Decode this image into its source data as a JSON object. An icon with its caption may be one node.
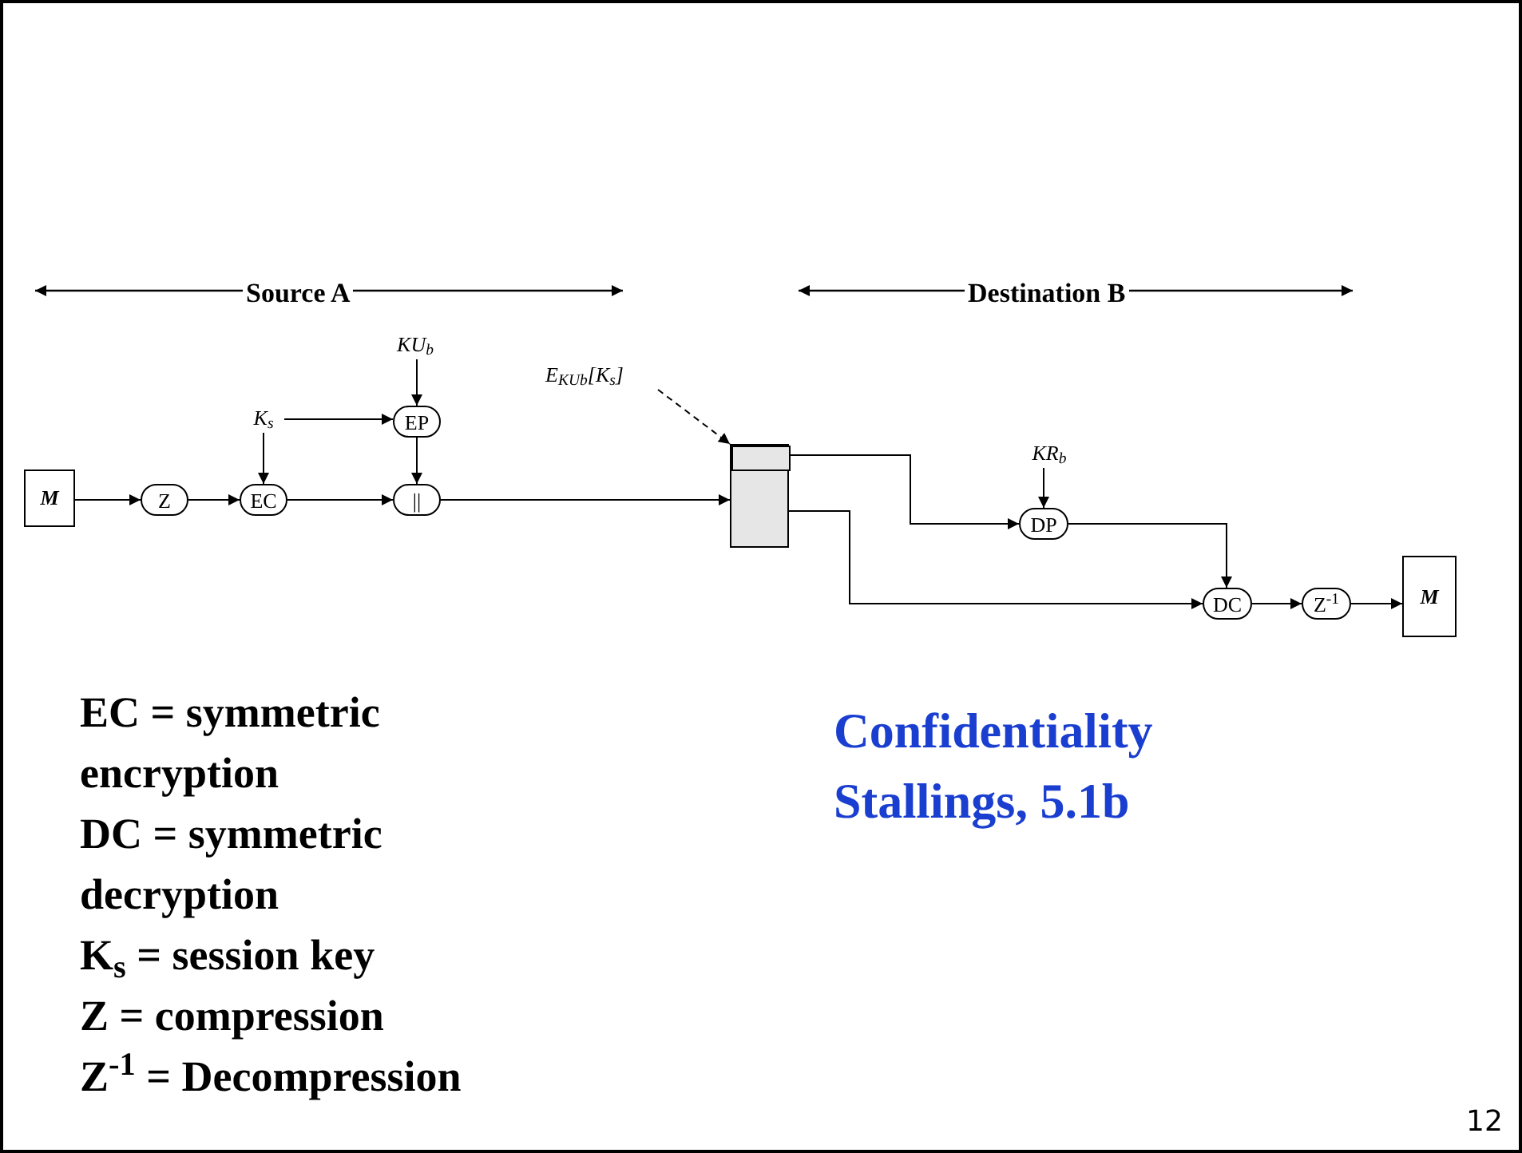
{
  "diagram": {
    "nodes": [
      {
        "text": [
          "M"
        ]
      },
      {
        "text": [
          "Z"
        ]
      },
      {
        "text": [
          "EC"
        ]
      },
      {
        "text": [
          "K$_{s}$"
        ]
      },
      {
        "text": [
          "KU$_{b}$"
        ]
      },
      {
        "text": [
          "EP"
        ]
      },
      {
        "text": [
          "||"
        ]
      },
      {
        "text": [
          "E$_{KUb}$[K$_{s}$]"
        ]
      },
      {
        "text": [],
        "shape": "box"
      },
      {
        "text": [],
        "shape": "box",
        "in": 8
      },
      {
        "text": [
          "KR$_{b}$"
        ]
      },
      {
        "text": [
          "DP"
        ]
      },
      {
        "text": [
          "DC"
        ]
      },
      {
        "text": [
          "Z$^{-1}$"
        ]
      },
      {
        "text": [
          "M"
        ]
      }
    ],
    "edges": [
      {
        "from": 0,
        "to": 1,
        "arrow": "to"
      },
      {
        "from": 1,
        "to": 2,
        "arrow": "to"
      },
      {
        "from": 3,
        "to": 2,
        "arrow": "to"
      },
      {
        "from": 3,
        "to": 5,
        "arrow": "to"
      },
      {
        "from": 4,
        "to": 5,
        "arrow": "to"
      },
      {
        "from": 5,
        "to": 6,
        "arrow": "to"
      },
      {
        "from": 2,
        "to": 6,
        "arrow": "to"
      },
      {
        "from": 6,
        "to": 8,
        "arrow": "to"
      },
      {
        "from": 7,
        "to": 9,
        "arrow": "to",
        "style": "dashed"
      },
      {
        "from": 9,
        "to": 11,
        "arrow": "to"
      },
      {
        "from": 8,
        "to": 12,
        "arrow": "to"
      },
      {
        "from": 10,
        "to": 11,
        "arrow": "to"
      },
      {
        "from": 11,
        "to": 12,
        "arrow": "to"
      },
      {
        "from": 12,
        "to": 13,
        "arrow": "to"
      },
      {
        "from": 13,
        "to": 14,
        "arrow": "to"
      }
    ],
    "labels": [
      "Source A",
      "Destination B",
      "EC = symmetric encryption",
      "DC = symmetric decryption",
      "K$_{s}$ = session key",
      "Z = compression",
      "Z$^{-1}$ = Decompression",
      "Confidentiality",
      "Stallings, 5.1b",
      "12"
    ]
  }
}
